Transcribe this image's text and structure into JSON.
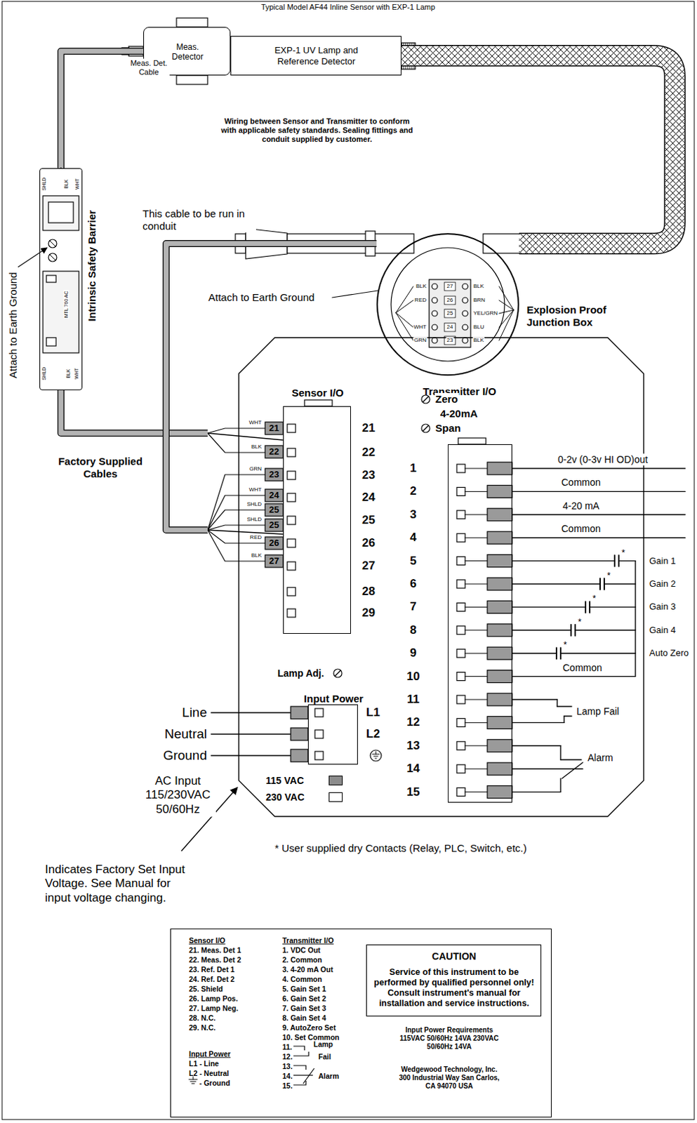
{
  "diagram": {
    "title": "Typical Model AF44 Inline Sensor with EXP-1 Lamp",
    "nodes": [
      {
        "text": [
          "Meas. Detector"
        ]
      },
      {
        "text": [
          "EXP-1 UV Lamp and Reference Detector"
        ]
      },
      {
        "text": [
          "Intrinsic Safety Barrier"
        ]
      },
      {
        "text": [
          "Explosion Proof Junction Box"
        ]
      },
      {
        "text": [
          "Sensor I/O"
        ]
      },
      {
        "text": [
          "Transmitter I/O"
        ]
      },
      {
        "text": [
          "Input Power"
        ]
      },
      {
        "text": [
          "Sensor I/O",
          "21. Meas. Det 1",
          "22. Meas. Det 2",
          "23. Ref. Det 1",
          "24. Ref. Det 2",
          "25. Shield",
          "26. Lamp Pos.",
          "27. Lamp Neg.",
          "28. N.C.",
          "29. N.C.",
          "Input Power",
          "L1 - Line",
          "L2 - Neutral",
          "- Ground",
          "Transmitter I/O",
          "1. VDC Out",
          "2. Common",
          "3. 4-20 mA Out",
          "4. Common",
          "5. Gain Set 1",
          "6. Gain Set 2",
          "7. Gain Set 3",
          "8. Gain Set 4",
          "9. AutoZero Set",
          "10. Set Common",
          "11.",
          "Lamp",
          "12.",
          "Fail",
          "13.",
          "14.",
          "Alarm",
          "15.",
          "Input Power Requirements 115VAC 50/60Hz 14VA 230VAC 50/60Hz 14VA",
          "Wedgewood Technology, Inc. 300 Industrial Way San Carlos, CA 94070 USA"
        ]
      },
      {
        "text": [
          "CAUTION",
          "Service of this instrument to be performed by qualified personnel only! Consult instrument's manual for installation and service instructions."
        ],
        "in": 7
      }
    ],
    "edges": [
      {
        "from": 0,
        "to": 2,
        "arrow": "none"
      },
      {
        "from": 2,
        "to": 4,
        "arrow": "none"
      },
      {
        "from": 1,
        "to": 3,
        "arrow": "none"
      },
      {
        "from": 3,
        "to": 4,
        "arrow": "none"
      }
    ],
    "labels": [
      "Meas. Det. Cable",
      "Wiring between Sensor and Transmitter to conform with applicable safety standards. Sealing fittings and conduit supplied by customer.",
      "This cable to be run in conduit",
      "Attach to Earth Ground",
      "Attach to Earth Ground",
      "SHLD",
      "BLK",
      "WHT",
      "MTL 760 AC",
      "SHLD",
      "BLK",
      "WHT",
      "BLK",
      "27",
      "BLK",
      "RED",
      "26",
      "BRN",
      "25",
      "YEL/GRN",
      "WHT",
      "24",
      "BLU",
      "GRN",
      "23",
      "BLK",
      "Factory Supplied Cables",
      "WHT",
      "BLK",
      "GRN",
      "WHT",
      "SHLD",
      "SHLD",
      "RED",
      "BLK",
      "21",
      "22",
      "23",
      "24",
      "25",
      "25",
      "26",
      "27",
      "21",
      "22",
      "23",
      "24",
      "25",
      "26",
      "27",
      "28",
      "29",
      "Zero",
      "4-20mA",
      "Span",
      "Lamp Adj.",
      "1",
      "2",
      "3",
      "4",
      "5",
      "6",
      "7",
      "8",
      "9",
      "10",
      "11",
      "12",
      "13",
      "14",
      "15",
      "0-2v (0-3v HI OD)out",
      "Common",
      "4-20 mA",
      "Common",
      "*",
      "*",
      "*",
      "*",
      "*",
      "Gain 1",
      "Gain 2",
      "Gain 3",
      "Gain 4",
      "Auto Zero",
      "Common",
      "Lamp Fail",
      "Alarm",
      "L1",
      "L2",
      "Line",
      "Neutral",
      "Ground",
      "AC Input 115/230VAC 50/60Hz",
      "Indicates Factory Set Input Voltage. See Manual for input voltage changing.",
      "* User supplied dry Contacts (Relay, PLC, Switch, etc.)"
    ],
    "legend": [
      {
        "text": "115 VAC",
        "color": "#8c8c8c"
      },
      {
        "text": "230 VAC",
        "color": "#ffffff"
      }
    ]
  }
}
